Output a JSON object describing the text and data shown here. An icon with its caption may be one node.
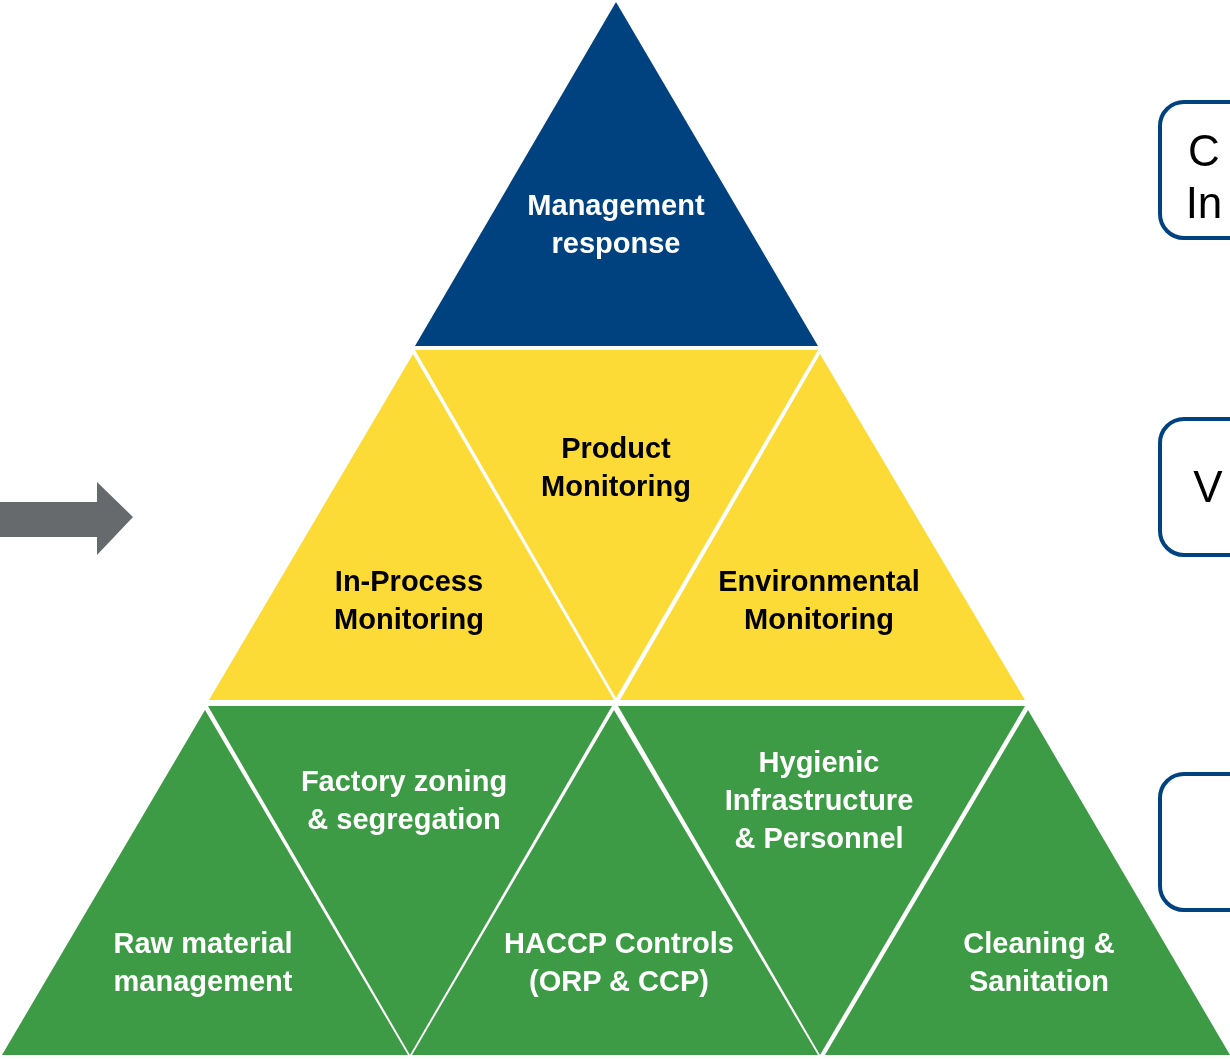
{
  "diagram": {
    "nodes": [
      {
        "text": [
          "Management response"
        ]
      },
      {
        "text": [
          "C In"
        ]
      },
      {
        "text": [
          "Product Monitoring"
        ]
      },
      {
        "text": [
          "In-Process Monitoring"
        ]
      },
      {
        "text": [
          "Environmental Monitoring"
        ]
      },
      {
        "text": [
          "V"
        ]
      },
      {
        "text": [
          "Factory zoning & segregation"
        ]
      },
      {
        "text": [
          "Hygienic Infrastructure & Personnel"
        ]
      },
      {
        "text": [],
        "shape": "box"
      },
      {
        "text": [
          "Raw material management"
        ]
      },
      {
        "text": [
          "HACCP Controls (ORP & CCP)"
        ]
      },
      {
        "text": [
          "Cleaning & Sanitation"
        ]
      }
    ]
  }
}
